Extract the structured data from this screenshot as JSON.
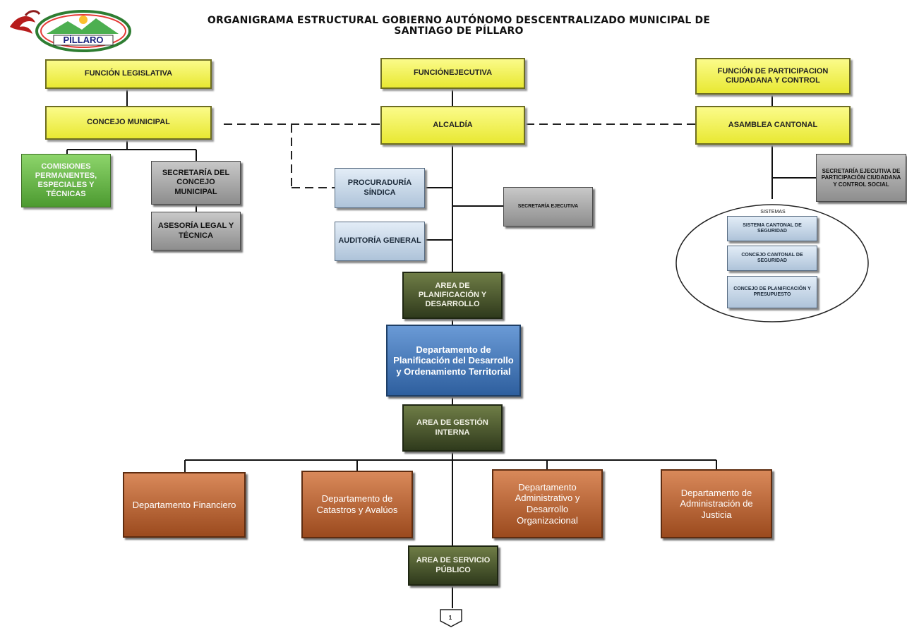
{
  "title_line1": "ORGANIGRAMA ESTRUCTURAL GOBIERNO AUTÓNOMO DESCENTRALIZADO MUNICIPAL DE",
  "title_line2": "SANTIAGO DE PÍLLARO",
  "logo": {
    "icon": "municipality-crest-icon",
    "text": "PÍLLARO"
  },
  "nodes": {
    "funcion_legislativa": "FUNCIÓN LEGISLATIVA",
    "funcion_ejecutiva": "FUNCIÓNEJECUTIVA",
    "funcion_participacion": "FUNCIÓN DE PARTICIPACION CIUDADANA Y CONTROL",
    "concejo_municipal": "CONCEJO MUNICIPAL",
    "alcaldia": "ALCALDÍA",
    "asamblea_cantonal": "ASAMBLEA CANTONAL",
    "comisiones": "COMISIONES PERMANENTES, ESPECIALES Y TÉCNICAS",
    "secretaria_concejo": "SECRETARÍA DEL CONCEJO MUNICIPAL",
    "asesoria_legal": "ASESORÍA LEGAL Y TÉCNICA",
    "procuraduria": "PROCURADURÍA SÍNDICA",
    "secretaria_ejecutiva": "SECRETARÍA EJECUTIVA",
    "auditoria": "AUDITORÍA GENERAL",
    "secretaria_participacion": "SECRETARÍA EJECUTIVA DE PARTICIPACIÓN CIUDADANA Y CONTROL SOCIAL",
    "sistemas": "SISTEMAS",
    "sistema_seguridad": "SISTEMA CANTONAL DE SEGURIDAD",
    "concejo_seguridad": "CONCEJO CANTONAL DE SEGURIDAD",
    "concejo_planificacion": "CONCEJO DE PLANIFICACIÓN Y PRESUPUESTO",
    "area_planificacion": "AREA DE PLANIFICACIÓN Y DESARROLLO",
    "depto_planificacion": "Departamento de Planificación del Desarrollo y Ordenamiento Territorial",
    "area_gestion": "AREA DE GESTIÓN INTERNA",
    "depto_financiero": "Departamento Financiero",
    "depto_catastros": "Departamento de Catastros y Avalúos",
    "depto_administrativo": "Departamento Administrativo y Desarrollo Organizacional",
    "depto_justicia": "Departamento de Administración de Justicia",
    "area_servicio": "AREA DE SERVICIO PÚBLICO"
  },
  "offpage_connector": "1",
  "colors": {
    "legislative_exec": "#f0f04a",
    "commissions": "#5fae3f",
    "support": "#a8a8a8",
    "advisory": "#c6d6e8",
    "area": "#4a5530",
    "planning": "#3f73b5",
    "department": "#b5612e"
  }
}
